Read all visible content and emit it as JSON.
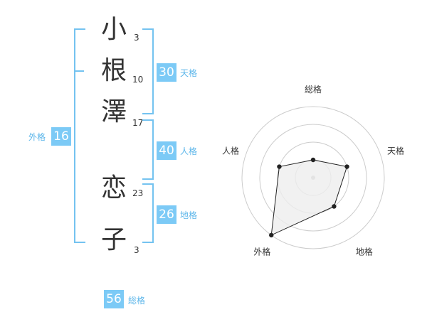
{
  "name": {
    "chars": [
      {
        "char": "小",
        "strokes": "3"
      },
      {
        "char": "根",
        "strokes": "10"
      },
      {
        "char": "澤",
        "strokes": "17"
      },
      {
        "char": "恋",
        "strokes": "23"
      },
      {
        "char": "子",
        "strokes": "3"
      }
    ]
  },
  "scores": {
    "tenkaku": {
      "value": "30",
      "label": "天格"
    },
    "jinkaku": {
      "value": "40",
      "label": "人格"
    },
    "chikaku": {
      "value": "26",
      "label": "地格"
    },
    "gaikaku": {
      "value": "16",
      "label": "外格"
    },
    "soukaku": {
      "value": "56",
      "label": "総格"
    }
  },
  "chart_data": {
    "type": "radar",
    "axes": [
      "総格",
      "天格",
      "地格",
      "外格",
      "人格"
    ],
    "values": [
      1,
      2,
      2,
      4,
      2
    ],
    "max": 4,
    "rings": 4,
    "colors": {
      "line": "#222222",
      "fill": "#eeeeee",
      "grid": "#cccccc",
      "center": "#bbbbbb"
    }
  }
}
